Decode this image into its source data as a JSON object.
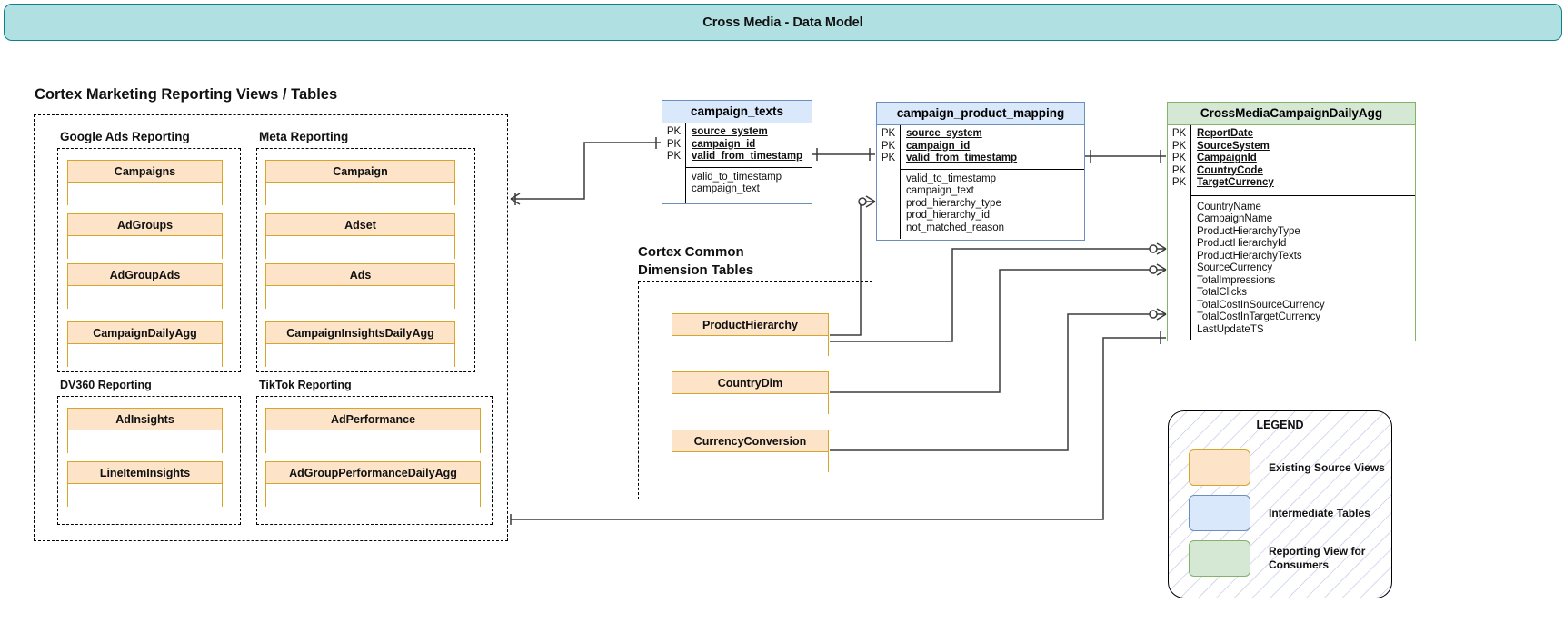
{
  "title": "Cross Media - Data Model",
  "sections": {
    "reporting_caption": "Cortex Marketing Reporting Views / Tables",
    "dimension_caption": "Cortex Common\nDimension Tables",
    "groups": [
      {
        "label": "Google Ads Reporting",
        "tables": [
          "Campaigns",
          "AdGroups",
          "AdGroupAds",
          "CampaignDailyAgg"
        ]
      },
      {
        "label": "Meta Reporting",
        "tables": [
          "Campaign",
          "Adset",
          "Ads",
          "CampaignInsightsDailyAgg"
        ]
      },
      {
        "label": "DV360 Reporting",
        "tables": [
          "AdInsights",
          "LineItemInsights"
        ]
      },
      {
        "label": "TikTok Reporting",
        "tables": [
          "AdPerformance",
          "AdGroupPerformanceDailyAgg"
        ]
      }
    ],
    "dimension_tables": [
      "ProductHierarchy",
      "CountryDim",
      "CurrencyConversion"
    ]
  },
  "entities": {
    "campaign_texts": {
      "name": "campaign_texts",
      "keys": [
        "PK",
        "PK",
        "PK"
      ],
      "pk_fields": [
        "source_system",
        "campaign_id",
        "valid_from_timestamp"
      ],
      "fields": [
        "valid_to_timestamp",
        "campaign_text"
      ]
    },
    "campaign_product_mapping": {
      "name": "campaign_product_mapping",
      "keys": [
        "PK",
        "PK",
        "PK"
      ],
      "pk_fields": [
        "source_system",
        "campaign_id",
        "valid_from_timestamp"
      ],
      "fields": [
        "valid_to_timestamp",
        "campaign_text",
        "prod_hierarchy_type",
        "prod_hierarchy_id",
        "not_matched_reason"
      ]
    },
    "cross_media": {
      "name": "CrossMediaCampaignDailyAgg",
      "keys": [
        "PK",
        "PK",
        "PK",
        "PK",
        "PK"
      ],
      "pk_fields": [
        "ReportDate",
        "SourceSystem",
        "CampaignId",
        "CountryCode",
        "TargetCurrency"
      ],
      "fields": [
        "CountryName",
        "CampaignName",
        "ProductHierarchyType",
        "ProductHierarchyId",
        "ProductHierarchyTexts",
        "SourceCurrency",
        "TotalImpressions",
        "TotalClicks",
        "TotalCostInSourceCurrency",
        "TotalCostInTargetCurrency",
        "LastUpdateTS"
      ]
    }
  },
  "legend": {
    "title": "LEGEND",
    "items": [
      {
        "swatch": "orange",
        "label": "Existing Source Views"
      },
      {
        "swatch": "blue",
        "label": "Intermediate Tables"
      },
      {
        "swatch": "green",
        "label": "Reporting View for\nConsumers"
      }
    ]
  },
  "colors": {
    "banner_fill": "#b0e0e2",
    "banner_border": "#0e8088",
    "source_fill": "#fde4c8",
    "source_border": "#d6a529",
    "intermediate_fill": "#dae8fc",
    "intermediate_border": "#6c8ebf",
    "reporting_fill": "#d5e8d4",
    "reporting_border": "#82b366"
  }
}
